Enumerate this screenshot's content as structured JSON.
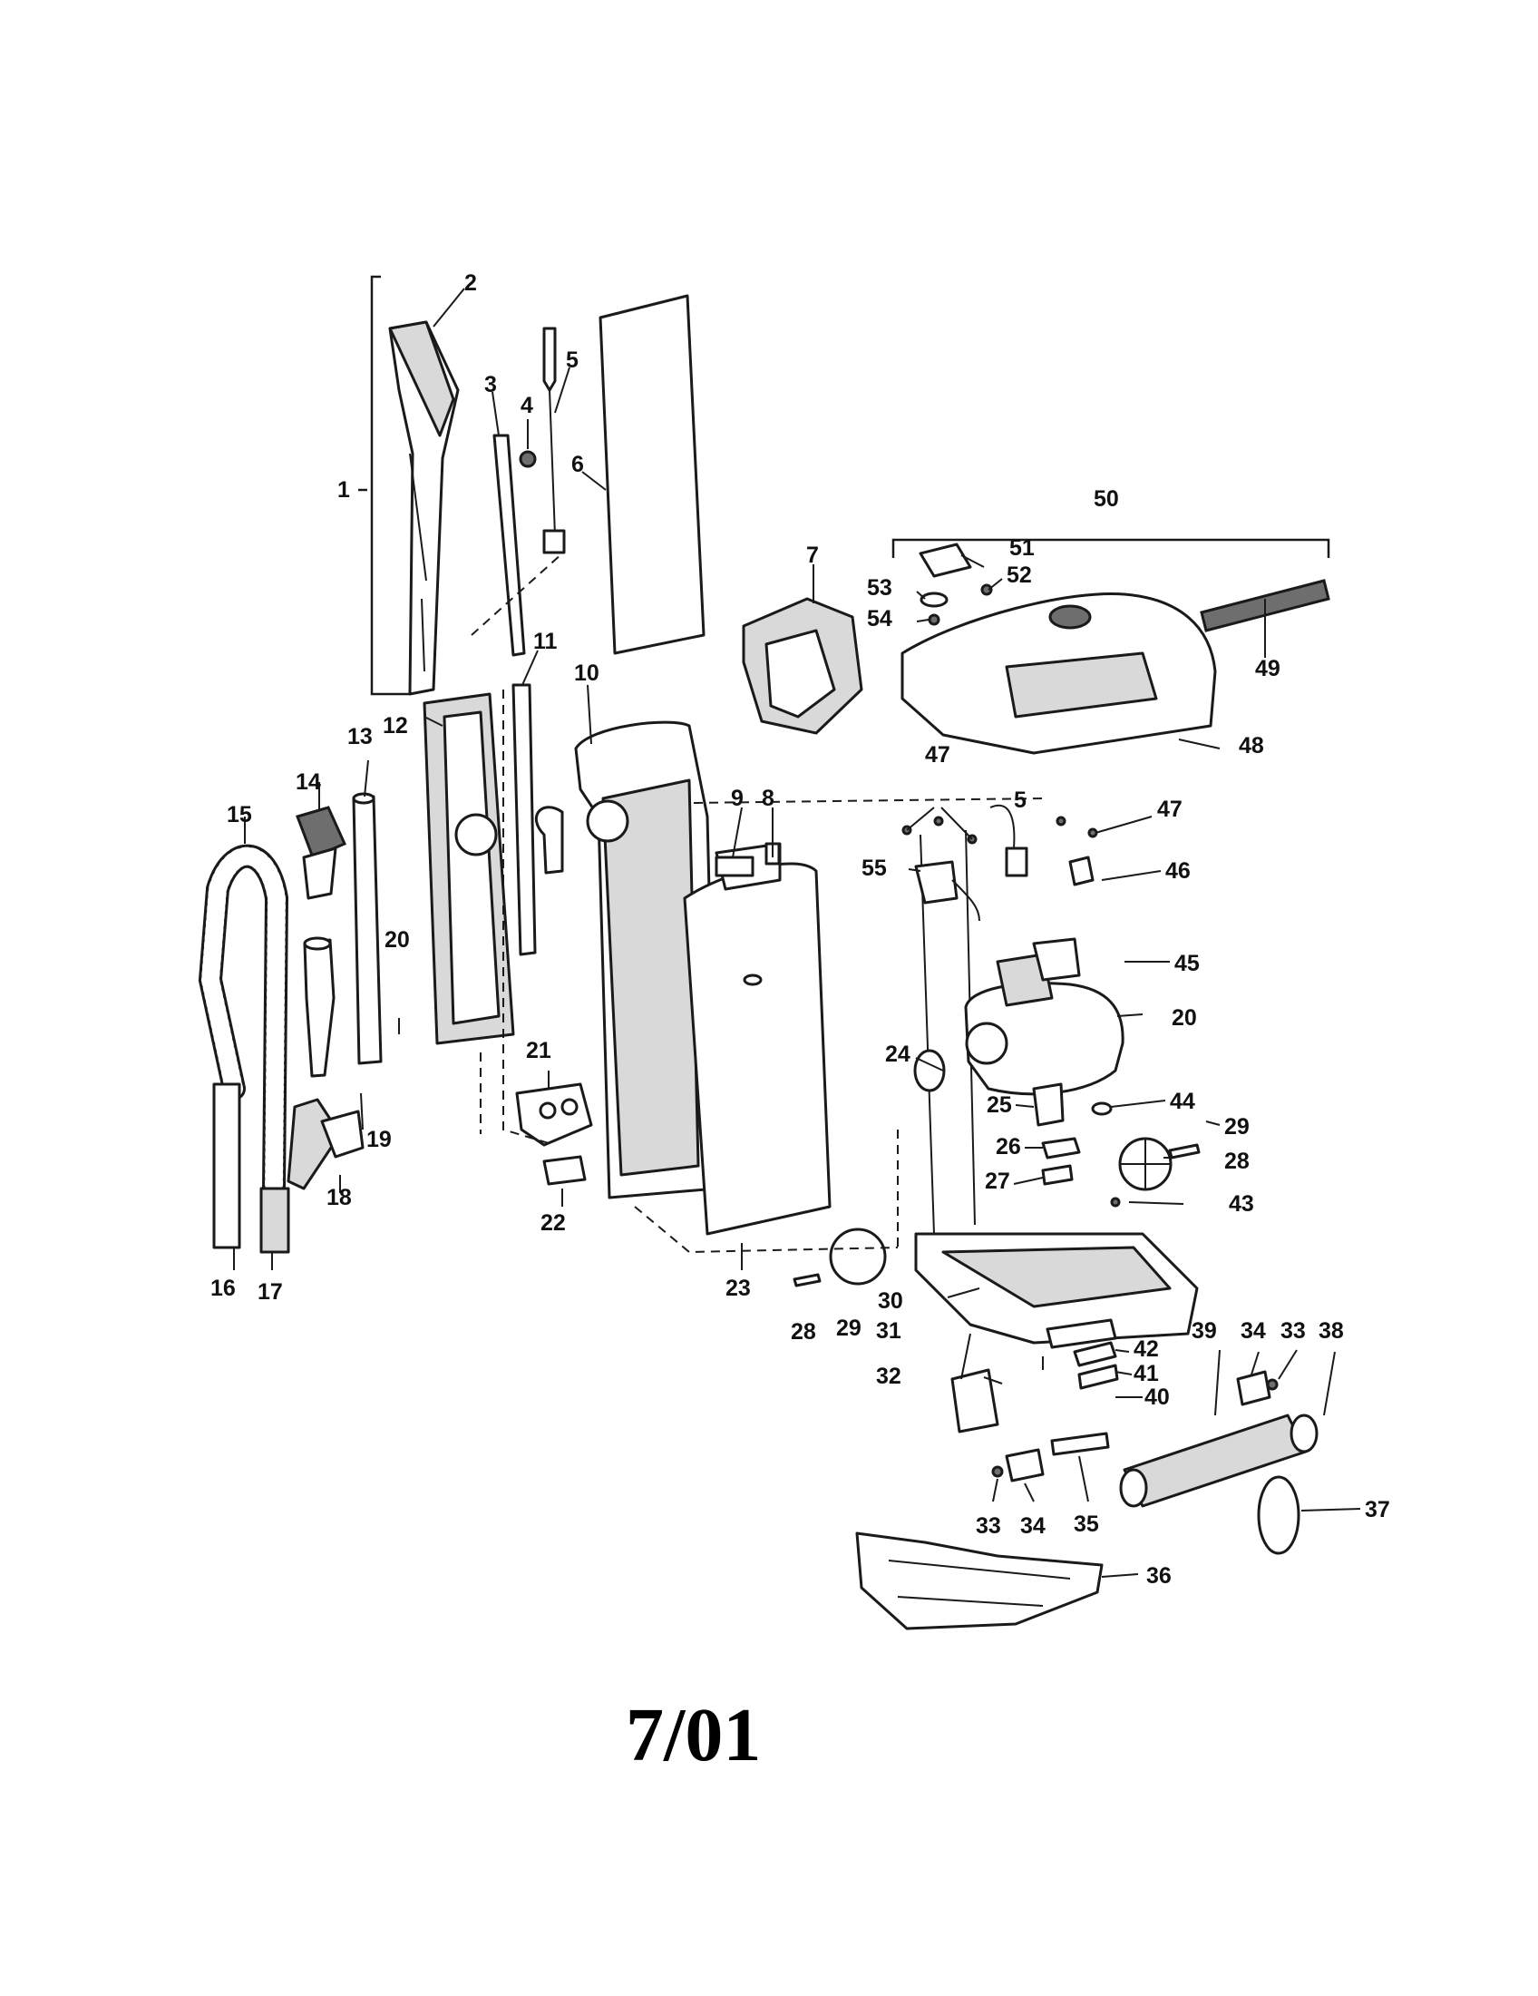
{
  "callouts": {
    "c1": "1",
    "c2": "2",
    "c3": "3",
    "c4": "4",
    "c5a": "5",
    "c5b": "5",
    "c6": "6",
    "c7": "7",
    "c8": "8",
    "c9": "9",
    "c10": "10",
    "c11": "11",
    "c12": "12",
    "c13": "13",
    "c14": "14",
    "c15": "15",
    "c16": "16",
    "c17": "17",
    "c18": "18",
    "c19": "19",
    "c20a": "20",
    "c20b": "20",
    "c21": "21",
    "c22": "22",
    "c23": "23",
    "c24": "24",
    "c25": "25",
    "c26": "26",
    "c27": "27",
    "c28a": "28",
    "c28b": "28",
    "c29a": "29",
    "c29b": "29",
    "c30": "30",
    "c31": "31",
    "c32": "32",
    "c33a": "33",
    "c33b": "33",
    "c34a": "34",
    "c34b": "34",
    "c35": "35",
    "c36": "36",
    "c37": "37",
    "c38": "38",
    "c39": "39",
    "c40": "40",
    "c41": "41",
    "c42": "42",
    "c43": "43",
    "c44": "44",
    "c45": "45",
    "c46": "46",
    "c47a": "47",
    "c47b": "47",
    "c48": "48",
    "c49": "49",
    "c50": "50",
    "c51": "51",
    "c52": "52",
    "c53": "53",
    "c54": "54",
    "c55": "55"
  },
  "footer": {
    "date": "7/01"
  }
}
